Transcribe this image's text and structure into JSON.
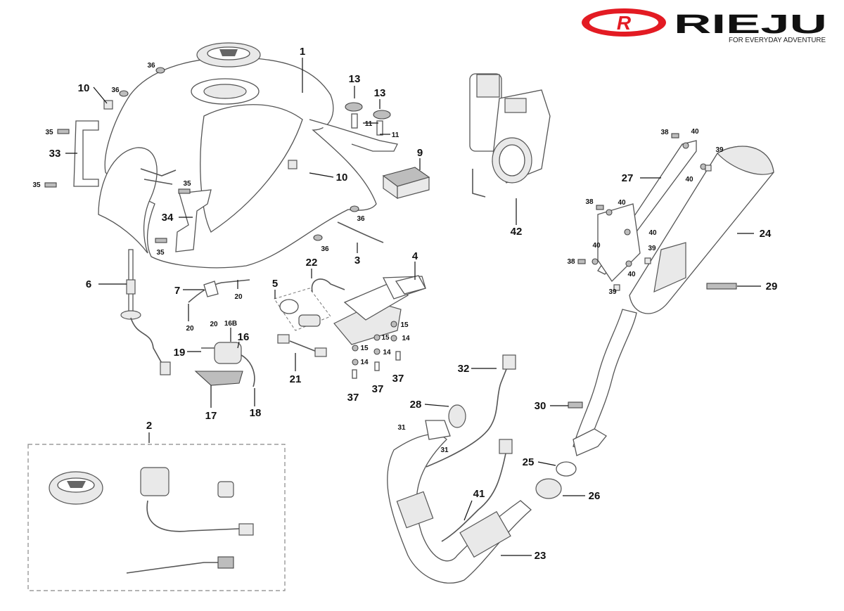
{
  "brand": {
    "name": "RIEJU",
    "badge_letter": "R",
    "tagline": "FOR EVERYDAY ADVENTURE",
    "red": "#e31b23"
  },
  "callouts": [
    {
      "id": "c1",
      "text": "1"
    },
    {
      "id": "c2",
      "text": "2"
    },
    {
      "id": "c3",
      "text": "3"
    },
    {
      "id": "c4",
      "text": "4"
    },
    {
      "id": "c5",
      "text": "5"
    },
    {
      "id": "c6",
      "text": "6"
    },
    {
      "id": "c7",
      "text": "7"
    },
    {
      "id": "c9",
      "text": "9"
    },
    {
      "id": "c10a",
      "text": "10"
    },
    {
      "id": "c10b",
      "text": "10"
    },
    {
      "id": "c11a",
      "text": "11"
    },
    {
      "id": "c11b",
      "text": "11"
    },
    {
      "id": "c13a",
      "text": "13"
    },
    {
      "id": "c13b",
      "text": "13"
    },
    {
      "id": "c14a",
      "text": "14"
    },
    {
      "id": "c14b",
      "text": "14"
    },
    {
      "id": "c14c",
      "text": "14"
    },
    {
      "id": "c15a",
      "text": "15"
    },
    {
      "id": "c15b",
      "text": "15"
    },
    {
      "id": "c15c",
      "text": "15"
    },
    {
      "id": "c16",
      "text": "16"
    },
    {
      "id": "c16b",
      "text": "16B"
    },
    {
      "id": "c17",
      "text": "17"
    },
    {
      "id": "c18",
      "text": "18"
    },
    {
      "id": "c19",
      "text": "19"
    },
    {
      "id": "c20a",
      "text": "20"
    },
    {
      "id": "c20b",
      "text": "20"
    },
    {
      "id": "c20c",
      "text": "20"
    },
    {
      "id": "c21",
      "text": "21"
    },
    {
      "id": "c22",
      "text": "22"
    },
    {
      "id": "c23",
      "text": "23"
    },
    {
      "id": "c24",
      "text": "24"
    },
    {
      "id": "c25",
      "text": "25"
    },
    {
      "id": "c26",
      "text": "26"
    },
    {
      "id": "c27",
      "text": "27"
    },
    {
      "id": "c28",
      "text": "28"
    },
    {
      "id": "c29",
      "text": "29"
    },
    {
      "id": "c30",
      "text": "30"
    },
    {
      "id": "c31a",
      "text": "31"
    },
    {
      "id": "c31b",
      "text": "31"
    },
    {
      "id": "c32",
      "text": "32"
    },
    {
      "id": "c33",
      "text": "33"
    },
    {
      "id": "c34",
      "text": "34"
    },
    {
      "id": "c35a",
      "text": "35"
    },
    {
      "id": "c35b",
      "text": "35"
    },
    {
      "id": "c35c",
      "text": "35"
    },
    {
      "id": "c35d",
      "text": "35"
    },
    {
      "id": "c36a",
      "text": "36"
    },
    {
      "id": "c36b",
      "text": "36"
    },
    {
      "id": "c36c",
      "text": "36"
    },
    {
      "id": "c36d",
      "text": "36"
    },
    {
      "id": "c37a",
      "text": "37"
    },
    {
      "id": "c37b",
      "text": "37"
    },
    {
      "id": "c37c",
      "text": "37"
    },
    {
      "id": "c38a",
      "text": "38"
    },
    {
      "id": "c38b",
      "text": "38"
    },
    {
      "id": "c38c",
      "text": "38"
    },
    {
      "id": "c39a",
      "text": "39"
    },
    {
      "id": "c39b",
      "text": "39"
    },
    {
      "id": "c39c",
      "text": "39"
    },
    {
      "id": "c40a",
      "text": "40"
    },
    {
      "id": "c40b",
      "text": "40"
    },
    {
      "id": "c40c",
      "text": "40"
    },
    {
      "id": "c40d",
      "text": "40"
    },
    {
      "id": "c40e",
      "text": "40"
    },
    {
      "id": "c40f",
      "text": "40"
    },
    {
      "id": "c41",
      "text": "41"
    },
    {
      "id": "c42",
      "text": "42"
    }
  ]
}
